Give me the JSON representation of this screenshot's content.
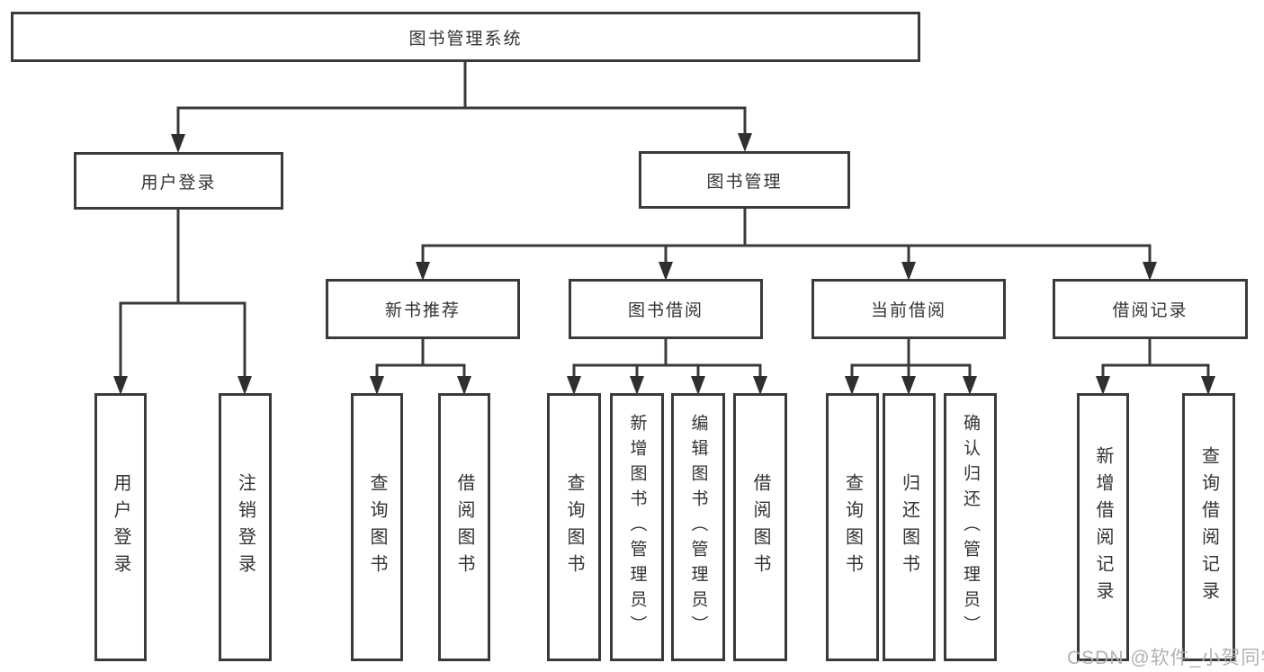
{
  "tree": {
    "root": {
      "label": "图书管理系统",
      "children": [
        {
          "label": "用户登录",
          "children": [
            {
              "label": "用户登录"
            },
            {
              "label": "注销登录"
            }
          ]
        },
        {
          "label": "图书管理",
          "children": [
            {
              "label": "新书推荐",
              "children": [
                {
                  "label": "查询图书"
                },
                {
                  "label": "借阅图书"
                }
              ]
            },
            {
              "label": "图书借阅",
              "children": [
                {
                  "label": "查询图书"
                },
                {
                  "label": "新增图书（管理员）"
                },
                {
                  "label": "编辑图书（管理员）"
                },
                {
                  "label": "借阅图书"
                }
              ]
            },
            {
              "label": "当前借阅",
              "children": [
                {
                  "label": "查询图书"
                },
                {
                  "label": "归还图书"
                },
                {
                  "label": "确认归还（管理员）"
                }
              ]
            },
            {
              "label": "借阅记录",
              "children": [
                {
                  "label": "新增借阅记录"
                },
                {
                  "label": "查询借阅记录"
                }
              ]
            }
          ]
        }
      ]
    }
  },
  "watermark": {
    "text": "CSDN @软件_小贺同学"
  },
  "colors": {
    "line": "#3a3a3a",
    "text": "#333333",
    "box_background": "#ffffff",
    "watermark": "#adadad"
  }
}
